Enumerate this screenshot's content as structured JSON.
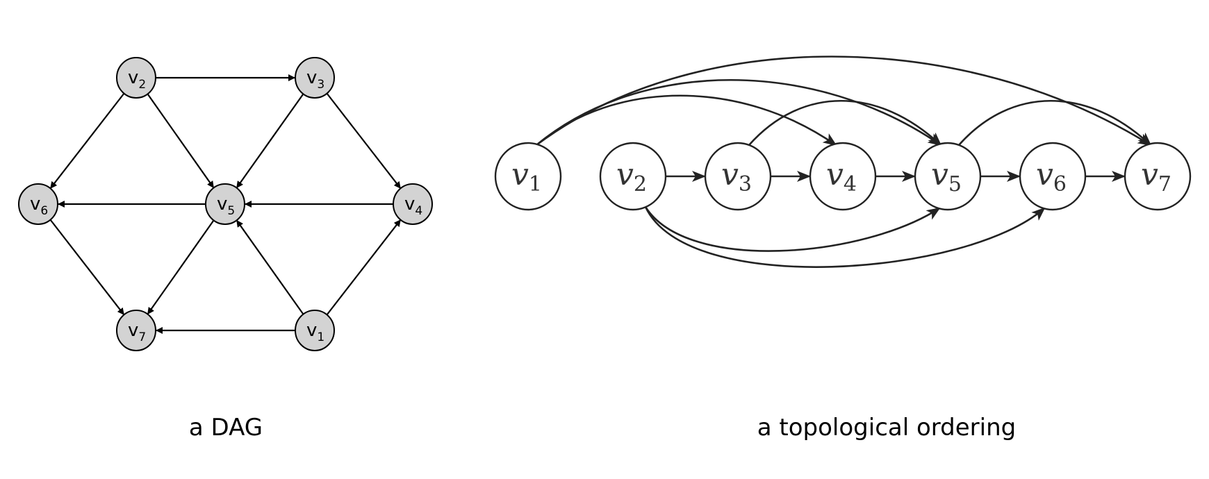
{
  "left": {
    "caption": "a DAG",
    "nodes": [
      {
        "id": "v1",
        "base": "v",
        "sub": "1"
      },
      {
        "id": "v2",
        "base": "v",
        "sub": "2"
      },
      {
        "id": "v3",
        "base": "v",
        "sub": "3"
      },
      {
        "id": "v4",
        "base": "v",
        "sub": "4"
      },
      {
        "id": "v5",
        "base": "v",
        "sub": "5"
      },
      {
        "id": "v6",
        "base": "v",
        "sub": "6"
      },
      {
        "id": "v7",
        "base": "v",
        "sub": "7"
      }
    ],
    "edges": [
      [
        "v2",
        "v3"
      ],
      [
        "v2",
        "v6"
      ],
      [
        "v2",
        "v5"
      ],
      [
        "v3",
        "v5"
      ],
      [
        "v3",
        "v4"
      ],
      [
        "v5",
        "v6"
      ],
      [
        "v4",
        "v5"
      ],
      [
        "v6",
        "v7"
      ],
      [
        "v5",
        "v7"
      ],
      [
        "v1",
        "v5"
      ],
      [
        "v1",
        "v4"
      ],
      [
        "v1",
        "v7"
      ]
    ],
    "node_fill": "#d3d3d3"
  },
  "right": {
    "caption": "a topological ordering",
    "nodes": [
      {
        "id": "v1",
        "base": "v",
        "sub": "1"
      },
      {
        "id": "v2",
        "base": "v",
        "sub": "2"
      },
      {
        "id": "v3",
        "base": "v",
        "sub": "3"
      },
      {
        "id": "v4",
        "base": "v",
        "sub": "4"
      },
      {
        "id": "v5",
        "base": "v",
        "sub": "5"
      },
      {
        "id": "v6",
        "base": "v",
        "sub": "6"
      },
      {
        "id": "v7",
        "base": "v",
        "sub": "7"
      }
    ],
    "edges": [
      [
        "v2",
        "v3"
      ],
      [
        "v3",
        "v4"
      ],
      [
        "v4",
        "v5"
      ],
      [
        "v5",
        "v6"
      ],
      [
        "v6",
        "v7"
      ],
      [
        "v1",
        "v4"
      ],
      [
        "v1",
        "v5"
      ],
      [
        "v1",
        "v7"
      ],
      [
        "v3",
        "v5"
      ],
      [
        "v5",
        "v7"
      ],
      [
        "v2",
        "v5"
      ],
      [
        "v2",
        "v6"
      ]
    ],
    "node_fill": "#ffffff"
  }
}
